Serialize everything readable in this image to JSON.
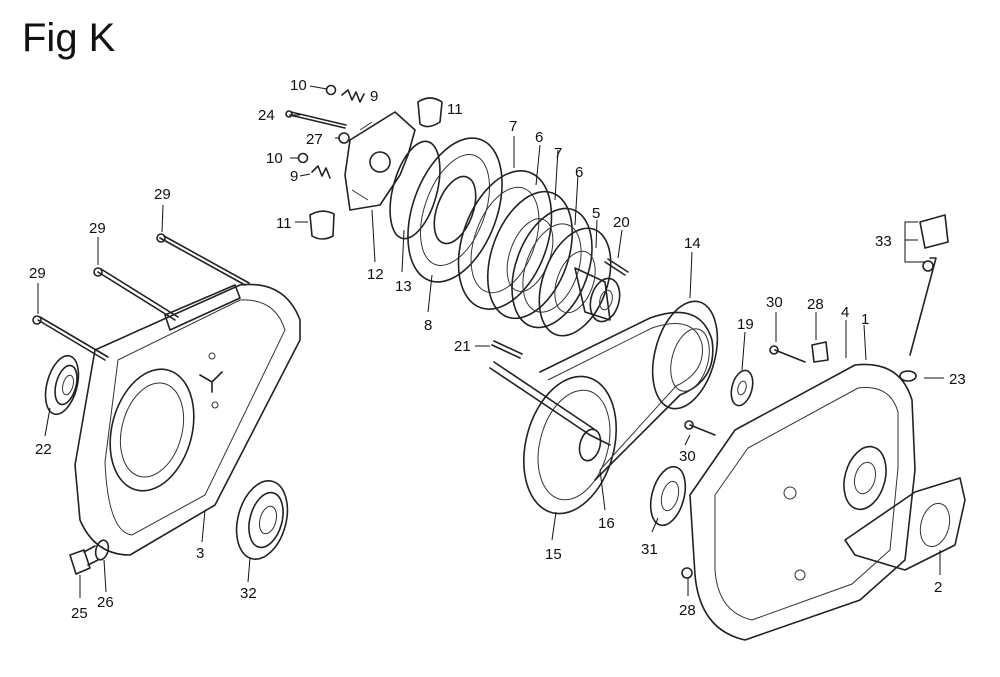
{
  "figure": {
    "title": "Fig K"
  },
  "callouts": {
    "p1": "1",
    "p2": "2",
    "p3": "3",
    "p4": "4",
    "p5": "5",
    "p6a": "6",
    "p6b": "6",
    "p7a": "7",
    "p7b": "7",
    "p8": "8",
    "p9a": "9",
    "p9b": "9",
    "p10a": "10",
    "p10b": "10",
    "p11a": "11",
    "p11b": "11",
    "p12": "12",
    "p13": "13",
    "p14": "14",
    "p15": "15",
    "p16": "16",
    "p19": "19",
    "p20": "20",
    "p21": "21",
    "p22": "22",
    "p23": "23",
    "p24": "24",
    "p25": "25",
    "p26": "26",
    "p27": "27",
    "p28a": "28",
    "p28b": "28",
    "p29a": "29",
    "p29b": "29",
    "p29c": "29",
    "p30a": "30",
    "p30b": "30",
    "p31": "31",
    "p32": "32",
    "p33": "33"
  }
}
